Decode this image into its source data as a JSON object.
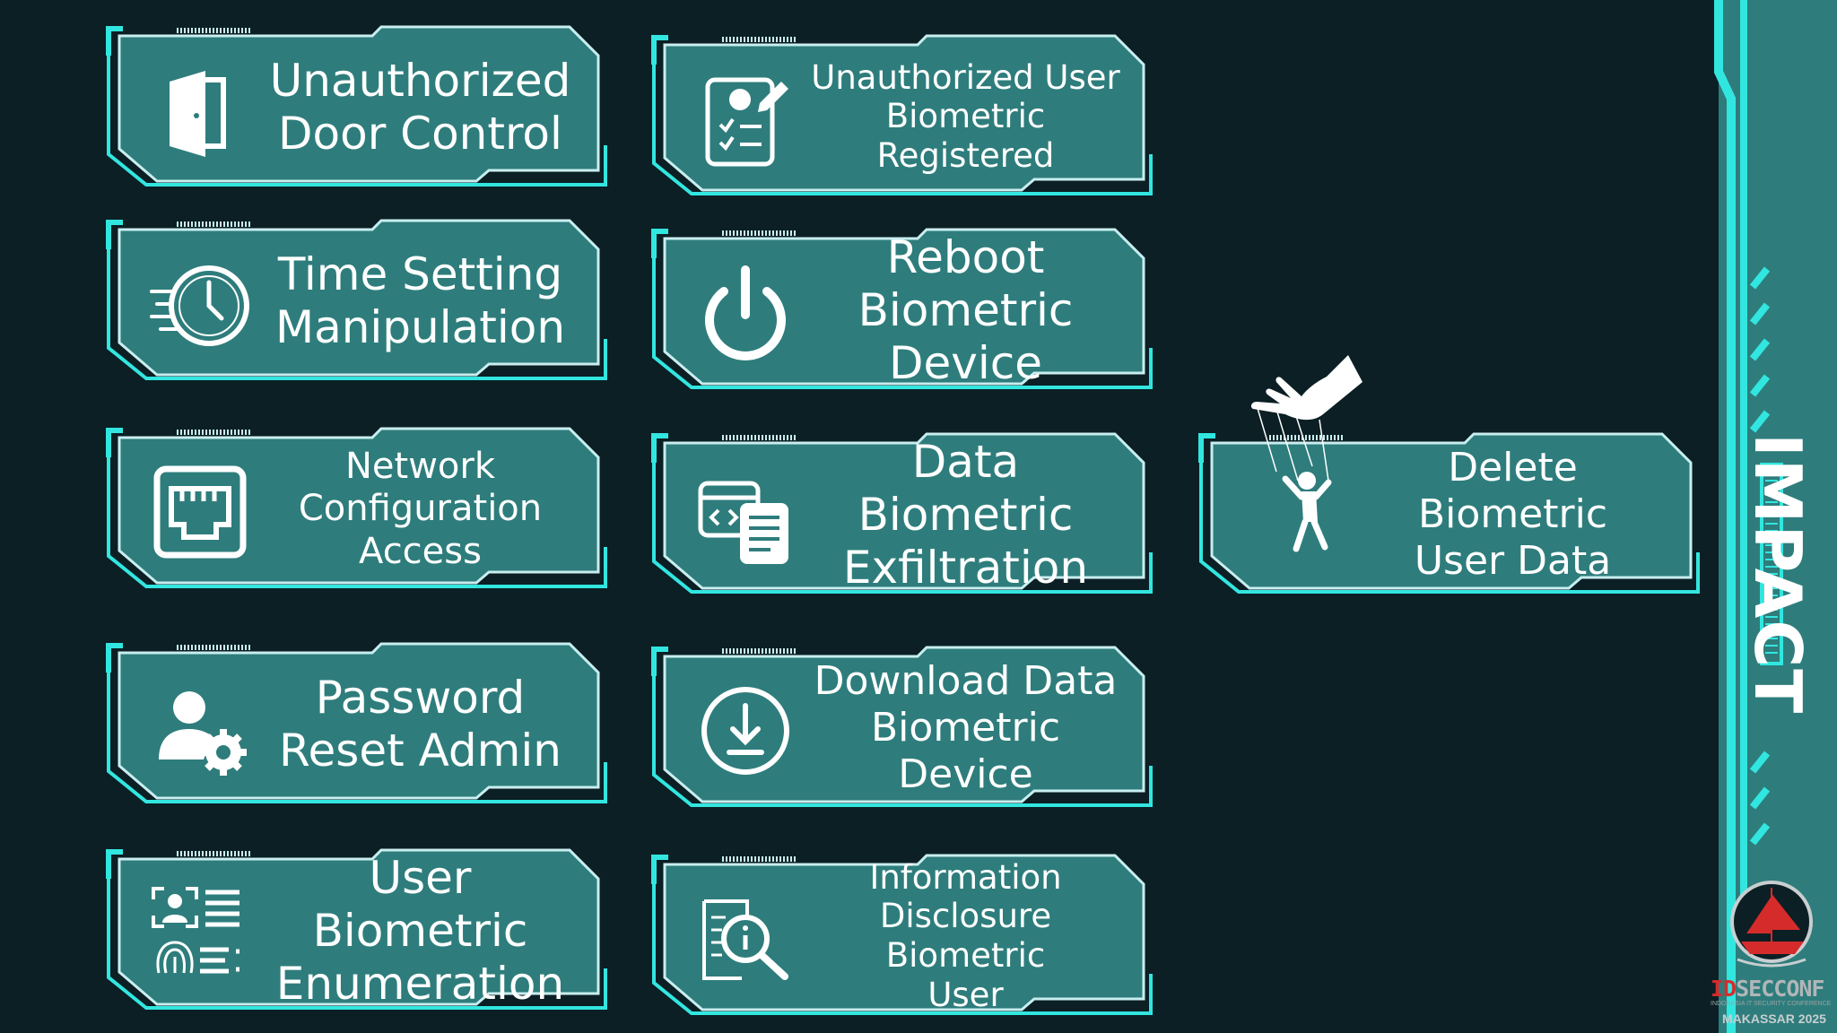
{
  "colors": {
    "background": "#0b1f24",
    "card_fill": "#2e7d7c",
    "card_border": "#c9eef0",
    "accent": "#32e6e0"
  },
  "cards": [
    {
      "id": "unauthorized-door-control",
      "lines": [
        "Unauthorized",
        "Door Control"
      ],
      "icon": "door-icon"
    },
    {
      "id": "time-setting-manipulation",
      "lines": [
        "Time Setting",
        "Manipulation"
      ],
      "icon": "clock-icon"
    },
    {
      "id": "network-configuration-access",
      "lines": [
        "Network",
        "Configuration",
        "Access"
      ],
      "icon": "ethernet-port-icon"
    },
    {
      "id": "password-reset-admin",
      "lines": [
        "Password",
        "Reset Admin"
      ],
      "icon": "user-gear-icon"
    },
    {
      "id": "user-biometric-enumeration",
      "lines": [
        "User Biometric",
        "Enumeration"
      ],
      "icon": "user-fingerprint-list-icon"
    },
    {
      "id": "unauthorized-user-biometric-registered",
      "lines": [
        "Unauthorized User",
        "Biometric Registered"
      ],
      "icon": "clipboard-user-icon"
    },
    {
      "id": "reboot-biometric-device",
      "lines": [
        "Reboot Biometric",
        "Device"
      ],
      "icon": "power-icon"
    },
    {
      "id": "data-biometric-exfiltration",
      "lines": [
        "Data Biometric",
        "Exfiltration"
      ],
      "icon": "code-document-icon"
    },
    {
      "id": "download-data-biometric-device",
      "lines": [
        "Download Data",
        "Biometric Device"
      ],
      "icon": "download-circle-icon"
    },
    {
      "id": "information-disclosure-biometric-user",
      "lines": [
        "Information",
        "Disclosure Biometric",
        "User"
      ],
      "icon": "info-magnifier-document-icon"
    },
    {
      "id": "delete-biometric-user-data",
      "lines": [
        "Delete Biometric",
        "User Data"
      ],
      "icon": "puppet-hand-icon"
    }
  ],
  "sidebar": {
    "title": "IMPACT"
  },
  "logo": {
    "name_red": "ID",
    "name_rest": "SECCONF",
    "subtitle": "INDONESIA IT SECURITY CONFERENCE",
    "city": "MAKASSAR 2025",
    "icon": "ship-logo-icon"
  }
}
